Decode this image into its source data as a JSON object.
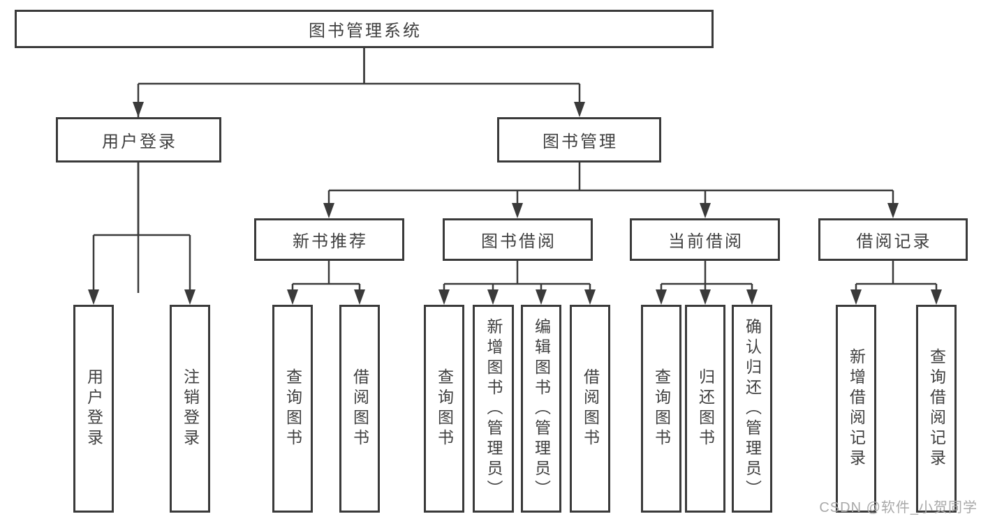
{
  "diagram": {
    "type": "hierarchy",
    "root": {
      "label": "图书管理系统",
      "children": [
        {
          "label": "用户登录",
          "children": [
            {
              "label": "用户登录"
            },
            {
              "label": "注销登录"
            }
          ]
        },
        {
          "label": "图书管理",
          "children": [
            {
              "label": "新书推荐",
              "children": [
                {
                  "label": "查询图书"
                },
                {
                  "label": "借阅图书"
                }
              ]
            },
            {
              "label": "图书借阅",
              "children": [
                {
                  "label": "查询图书"
                },
                {
                  "label": "新增图书（管理员）"
                },
                {
                  "label": "编辑图书（管理员）"
                },
                {
                  "label": "借阅图书"
                }
              ]
            },
            {
              "label": "当前借阅",
              "children": [
                {
                  "label": "查询图书"
                },
                {
                  "label": "归还图书"
                },
                {
                  "label": "确认归还（管理员）"
                }
              ]
            },
            {
              "label": "借阅记录",
              "children": [
                {
                  "label": "新增借阅记录"
                },
                {
                  "label": "查询借阅记录"
                }
              ]
            }
          ]
        }
      ]
    }
  },
  "watermark": {
    "text": "CSDN @软件_小贺同学"
  },
  "colors": {
    "line": "#3a3a3a",
    "text": "#3f3f3f",
    "background": "#ffffff",
    "watermark": "#a9a9a9"
  }
}
